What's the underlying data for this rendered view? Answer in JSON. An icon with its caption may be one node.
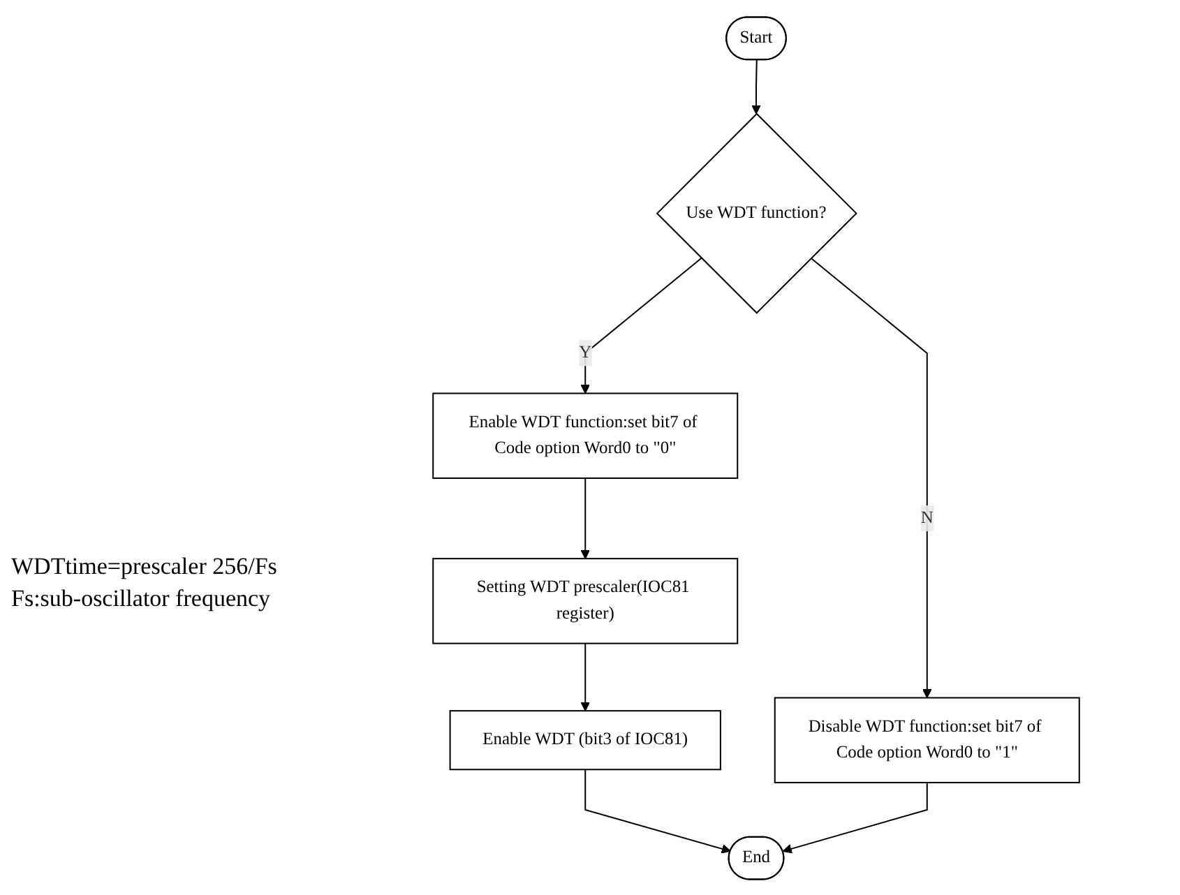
{
  "diagram": {
    "nodes": [
      {
        "text": [
          "Start"
        ]
      },
      {
        "text": [
          "Use WDT function?"
        ]
      },
      {
        "text": [
          "Disable WDT function:set bit7 of Code option Word0 to \"1\""
        ]
      },
      {
        "text": [
          "Enable WDT function:set bit7 of Code option Word0 to \"0\""
        ]
      },
      {
        "text": [
          "Setting WDT prescaler(IOC81 register)"
        ]
      },
      {
        "text": [
          "Enable WDT (bit3 of IOC81)"
        ]
      },
      {
        "text": [
          "End"
        ]
      }
    ],
    "edges": [
      {
        "from": 0,
        "to": 1,
        "arrow": "to"
      },
      {
        "from": 1,
        "to": 2,
        "label": "N",
        "arrow": "to"
      },
      {
        "from": 1,
        "to": 3,
        "label": "Y",
        "arrow": "to"
      },
      {
        "from": 3,
        "to": 4,
        "arrow": "to"
      },
      {
        "from": 4,
        "to": 5,
        "arrow": "to"
      },
      {
        "from": 5,
        "to": 6,
        "arrow": "to"
      },
      {
        "from": 2,
        "to": 6,
        "arrow": "to"
      }
    ],
    "labels": [
      "WDTtime=prescaler 256/Fs",
      "Fs:sub-oscillator frequency"
    ]
  }
}
